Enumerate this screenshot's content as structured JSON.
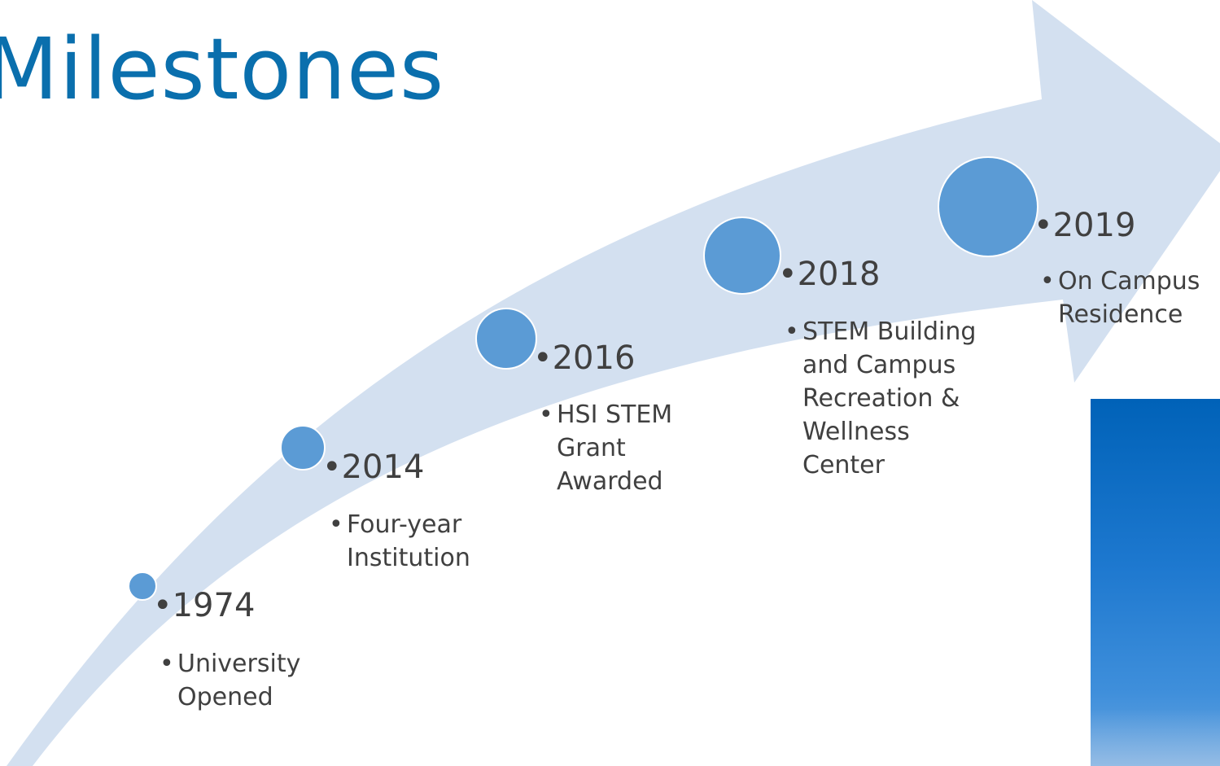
{
  "title": "Milestones",
  "bullet": "•",
  "milestones": [
    {
      "year": "1974",
      "desc": "University Opened"
    },
    {
      "year": "2014",
      "desc": "Four-year Institution"
    },
    {
      "year": "2016",
      "desc": "HSI STEM Grant Awarded"
    },
    {
      "year": "2018",
      "desc": "STEM Building and Campus Recreation & Wellness Center"
    },
    {
      "year": "2019",
      "desc": "On Campus Residence"
    }
  ],
  "colors": {
    "title": "#0a6fad",
    "arrow": "#d3e0f0",
    "circle": "#5b9bd5",
    "text": "#404040"
  }
}
